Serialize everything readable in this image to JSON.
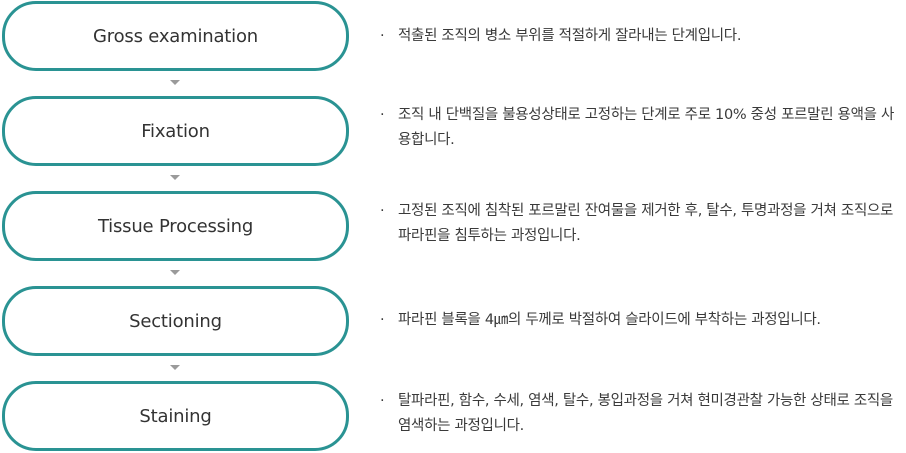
{
  "colors": {
    "pill_border": "#2a9393",
    "arrow": "#9a9a9a",
    "text": "#333333"
  },
  "bullet_glyph": "·",
  "steps": [
    {
      "title": "Gross examination",
      "description": "적출된 조직의 병소 부위를 적절하게 잘라내는 단계입니다."
    },
    {
      "title": "Fixation",
      "description": "조직 내 단백질을 불용성상태로 고정하는 단계로 주로 10% 중성 포르말린 용액을 사용합니다."
    },
    {
      "title": "Tissue Processing",
      "description": "고정된 조직에 침착된 포르말린 잔여물을 제거한 후, 탈수, 투명과정을 거쳐 조직으로 파라핀을 침투하는 과정입니다."
    },
    {
      "title": "Sectioning",
      "description": "파라핀 블록을 4㎛의 두께로 박절하여 슬라이드에 부착하는 과정입니다."
    },
    {
      "title": "Staining",
      "description": "탈파라핀, 함수, 수세, 염색, 탈수, 봉입과정을 거쳐 현미경관찰 가능한 상태로 조직을 염색하는 과정입니다."
    }
  ]
}
